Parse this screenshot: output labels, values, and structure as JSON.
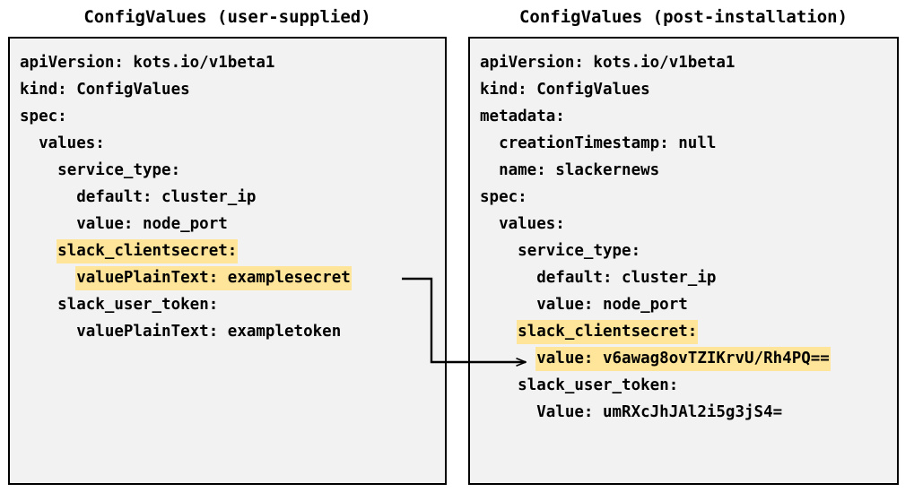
{
  "panels": [
    {
      "title": "ConfigValues (user-supplied)",
      "lines": [
        {
          "indent": 0,
          "text": "apiVersion: kots.io/v1beta1",
          "highlight": false
        },
        {
          "indent": 0,
          "text": "kind: ConfigValues",
          "highlight": false
        },
        {
          "indent": 0,
          "text": "spec:",
          "highlight": false
        },
        {
          "indent": 1,
          "text": "values:",
          "highlight": false
        },
        {
          "indent": 2,
          "text": "service_type:",
          "highlight": false
        },
        {
          "indent": 3,
          "text": "default: cluster_ip",
          "highlight": false
        },
        {
          "indent": 3,
          "text": "value: node_port",
          "highlight": false
        },
        {
          "indent": 2,
          "text": "slack_clientsecret:",
          "highlight": true
        },
        {
          "indent": 3,
          "text": "valuePlainText: examplesecret",
          "highlight": true
        },
        {
          "indent": 2,
          "text": "slack_user_token:",
          "highlight": false
        },
        {
          "indent": 3,
          "text": "valuePlainText: exampletoken",
          "highlight": false
        }
      ]
    },
    {
      "title": "ConfigValues (post-installation)",
      "lines": [
        {
          "indent": 0,
          "text": "apiVersion: kots.io/v1beta1",
          "highlight": false
        },
        {
          "indent": 0,
          "text": "kind: ConfigValues",
          "highlight": false
        },
        {
          "indent": 0,
          "text": "metadata:",
          "highlight": false
        },
        {
          "indent": 1,
          "text": "creationTimestamp: null",
          "highlight": false
        },
        {
          "indent": 1,
          "text": "name: slackernews",
          "highlight": false
        },
        {
          "indent": 0,
          "text": "spec:",
          "highlight": false
        },
        {
          "indent": 1,
          "text": "values:",
          "highlight": false
        },
        {
          "indent": 2,
          "text": "service_type:",
          "highlight": false
        },
        {
          "indent": 3,
          "text": "default: cluster_ip",
          "highlight": false
        },
        {
          "indent": 3,
          "text": "value: node_port",
          "highlight": false
        },
        {
          "indent": 2,
          "text": "slack_clientsecret:",
          "highlight": true
        },
        {
          "indent": 3,
          "text": "value: v6awag8ovTZIKrvU/Rh4PQ==",
          "highlight": true
        },
        {
          "indent": 2,
          "text": "slack_user_token:",
          "highlight": false
        },
        {
          "indent": 3,
          "text": "Value: umRXcJhJAl2i5g3jS4=",
          "highlight": false
        }
      ]
    }
  ],
  "colors": {
    "highlight": "#ffe59a",
    "panel_background": "#f2f2f2",
    "border": "#000000",
    "text": "#000000",
    "connector": "#000000"
  }
}
